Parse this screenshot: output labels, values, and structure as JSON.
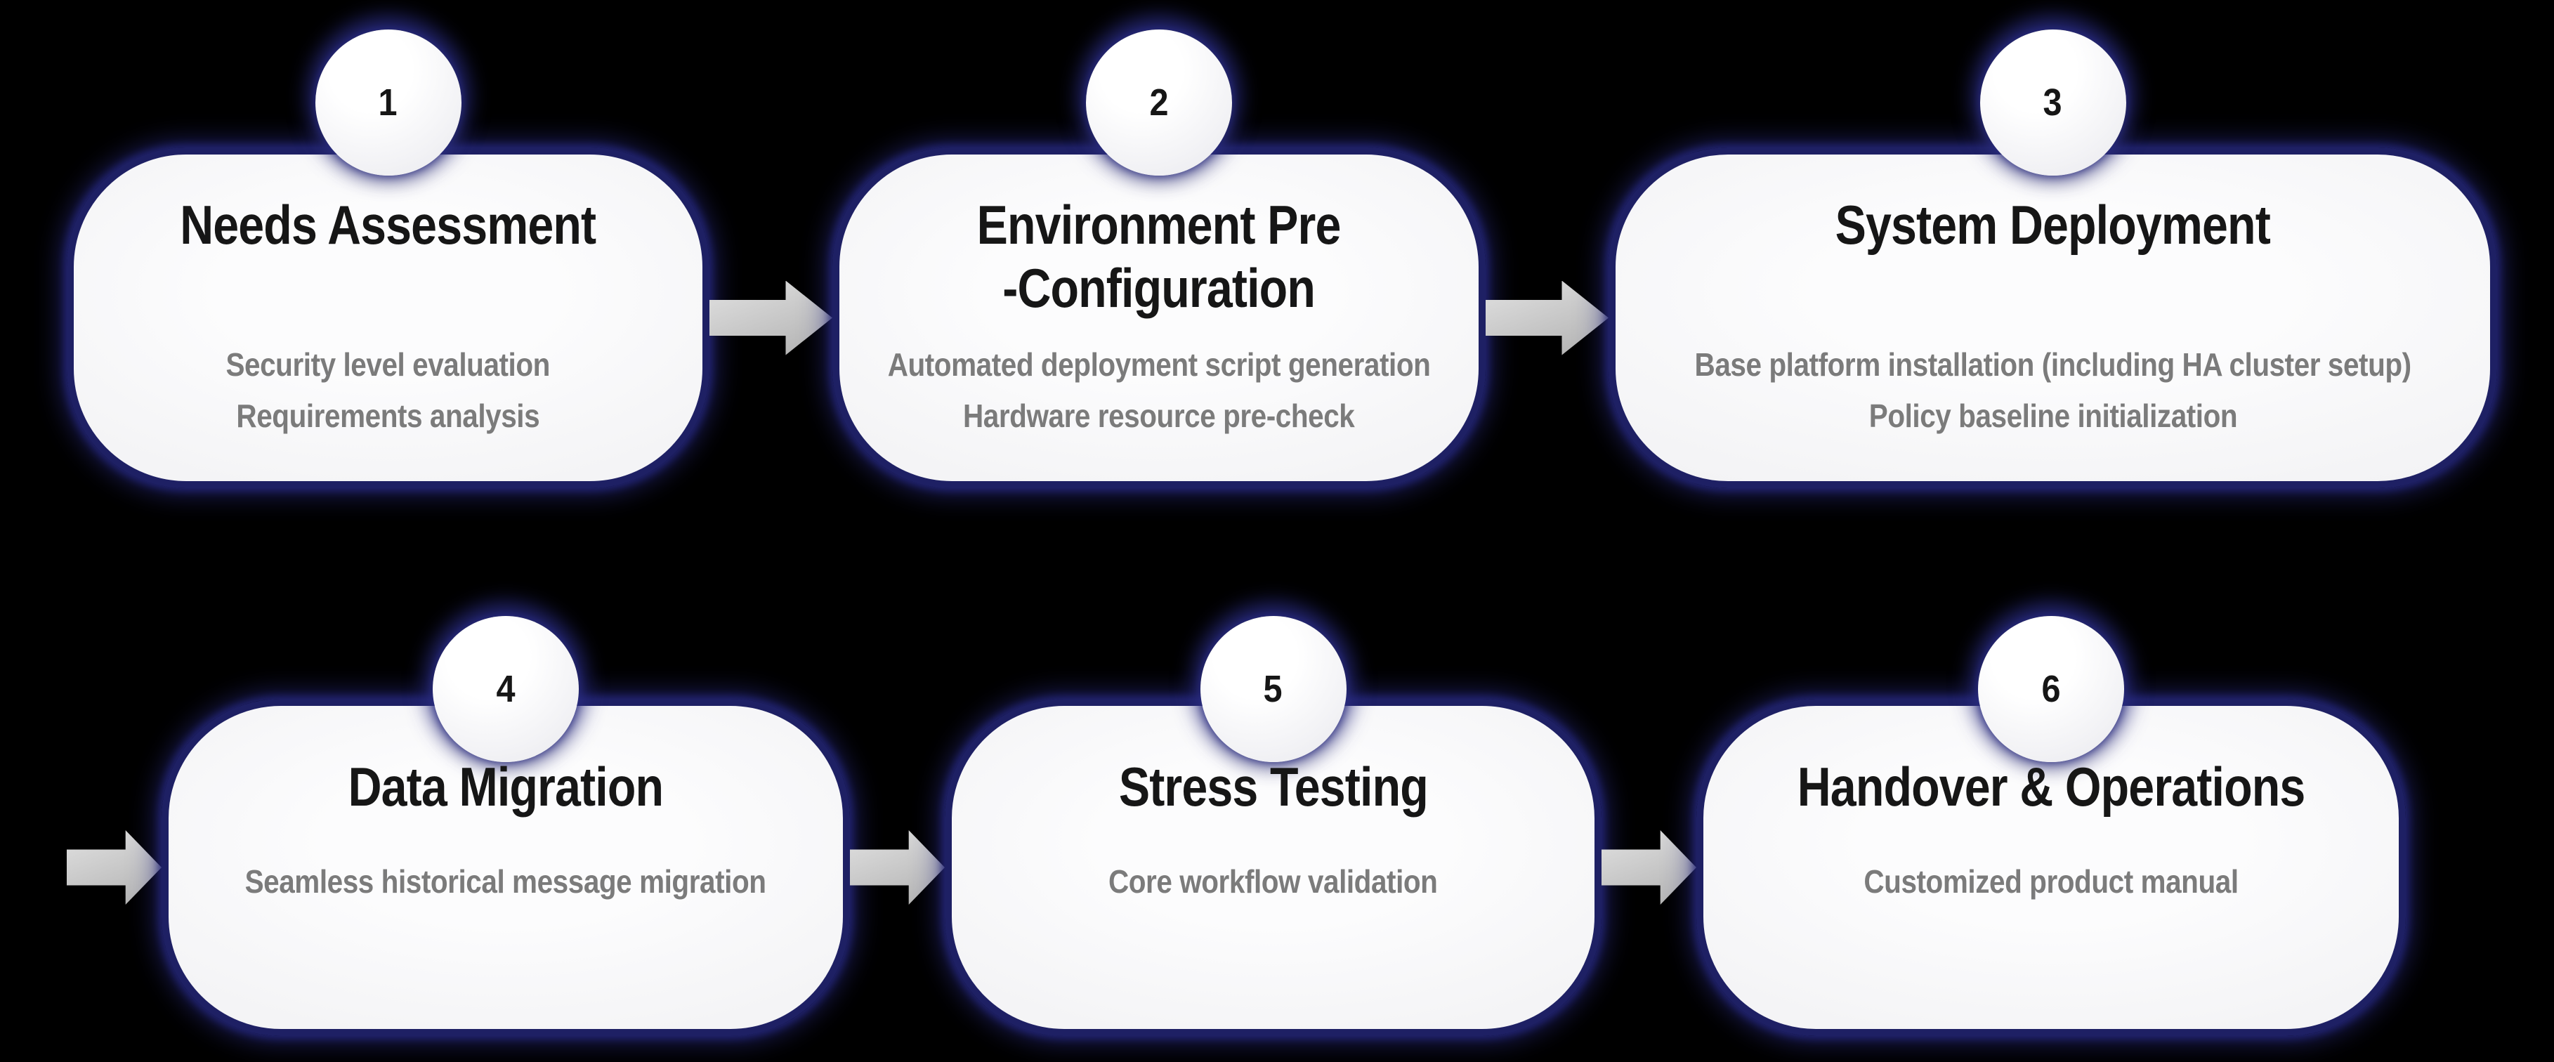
{
  "diagram": {
    "background_color": "#000000",
    "card_border_color": "#1e2064",
    "card_fill_color": "#f5f5f7",
    "glow_color": "#2b2d87",
    "arrow_color": "#c6c6c6",
    "title_color": "#161616",
    "description_color": "#7b7b7b"
  },
  "steps": [
    {
      "number": "1",
      "title_lines": [
        "Needs Assessment"
      ],
      "descriptions": [
        "Security level evaluation",
        "Requirements analysis"
      ]
    },
    {
      "number": "2",
      "title_lines": [
        "Environment Pre",
        "-Configuration"
      ],
      "descriptions": [
        "Automated deployment script generation",
        "Hardware resource pre-check"
      ]
    },
    {
      "number": "3",
      "title_lines": [
        "System Deployment"
      ],
      "descriptions": [
        "Base platform installation (including HA cluster setup)",
        "Policy baseline initialization"
      ]
    },
    {
      "number": "4",
      "title_lines": [
        "Data Migration"
      ],
      "descriptions": [
        "Seamless historical message migration"
      ]
    },
    {
      "number": "5",
      "title_lines": [
        "Stress Testing"
      ],
      "descriptions": [
        "Core workflow validation"
      ]
    },
    {
      "number": "6",
      "title_lines": [
        "Handover & Operations"
      ],
      "descriptions": [
        "Customized product manual"
      ]
    }
  ]
}
